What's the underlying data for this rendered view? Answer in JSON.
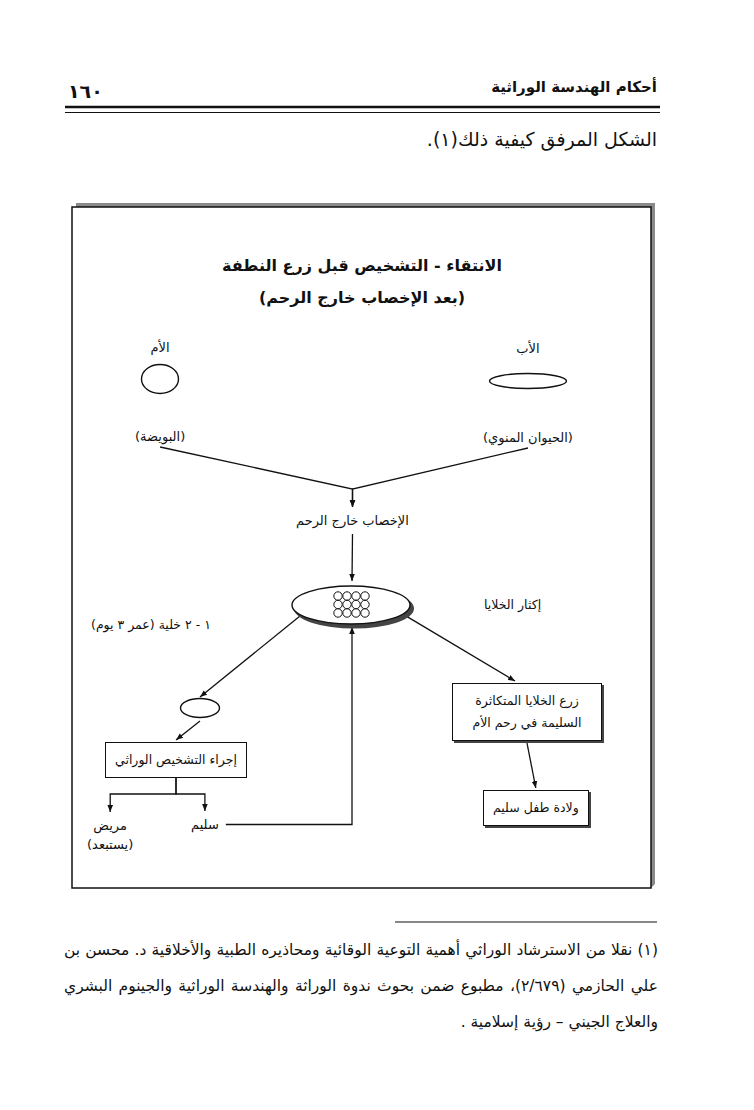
{
  "diagram": {
    "title": "الانتقاء - التشخيص قبل زرع النطفة (بعد الإخصاب خارج الرحم)",
    "nodes": [
      {
        "text": [
          "الأب",
          "(الحيوان المنوي)"
        ]
      },
      {
        "text": [
          "الأم",
          "(البويضة)"
        ]
      },
      {
        "text": [
          "الإخصاب خارج الرحم"
        ]
      },
      {
        "text": [
          "إكثار الخلايا"
        ]
      },
      {
        "text": [
          "١ - ٢ خلية (عمر ٣ يوم)"
        ]
      },
      {
        "text": [
          "إجراء التشخيص الوراثي"
        ]
      },
      {
        "text": [
          "مريض",
          "(يستبعد)"
        ]
      },
      {
        "text": [
          "سليم"
        ]
      },
      {
        "text": [
          "زرع الخلايا المتكاثرة السليمة في رحم الأم"
        ]
      },
      {
        "text": [
          "ولادة طفل سليم"
        ]
      }
    ],
    "edges": [
      {
        "from": 0,
        "to": 2,
        "arrow": "to"
      },
      {
        "from": 1,
        "to": 2,
        "arrow": "to"
      },
      {
        "from": 2,
        "to": 3,
        "arrow": "to"
      },
      {
        "from": 3,
        "to": 4,
        "arrow": "to"
      },
      {
        "from": 4,
        "to": 5,
        "arrow": "to"
      },
      {
        "from": 5,
        "to": 6,
        "arrow": "to"
      },
      {
        "from": 5,
        "to": 7,
        "arrow": "to"
      },
      {
        "from": 7,
        "to": 3,
        "arrow": "to"
      },
      {
        "from": 3,
        "to": 8,
        "arrow": "to"
      },
      {
        "from": 8,
        "to": 9,
        "arrow": "to"
      }
    ],
    "labels": [
      "أحكام الهندسة الوراثية",
      "١٦٠",
      "الشكل المرفق كيفية ذلك(١).",
      "(١) نقلا من الاسترشاد الوراثي أهمية التوعية الوقائية ومحاذيره الطبية والأخلاقية د. محسن بن علي الحازمي (٢/٦٧٩)، مطبوع ضمن بحوث ندوة الوراثة والهندسة الوراثية والجينوم البشري والعلاج الجيني – رؤية إسلامية ."
    ]
  }
}
